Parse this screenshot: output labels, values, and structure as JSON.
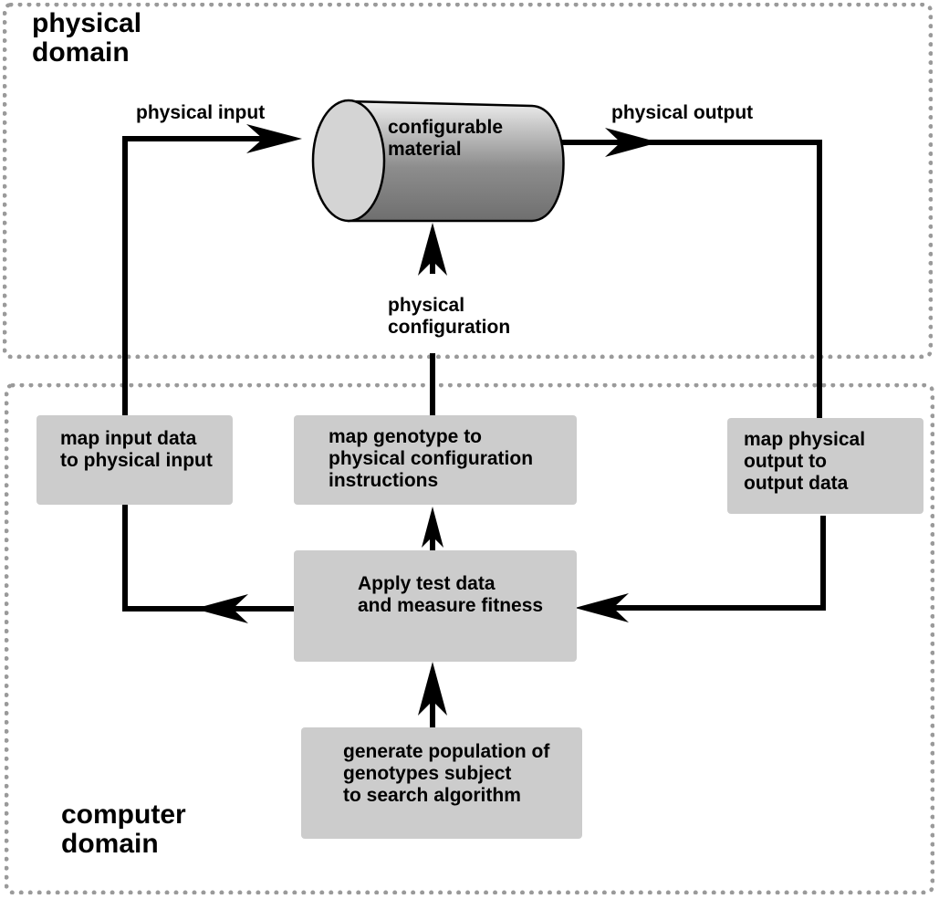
{
  "regions": {
    "physical": {
      "title": "physical\ndomain"
    },
    "computer": {
      "title": "computer\ndomain"
    }
  },
  "material": {
    "label": "configurable\nmaterial"
  },
  "labels": {
    "physical_input": "physical input",
    "physical_output": "physical output",
    "physical_configuration": "physical\nconfiguration"
  },
  "boxes": {
    "map_input": "map input data\nto physical input",
    "map_genotype": "map genotype to\nphysical configuration\ninstructions",
    "map_output": "map physical\noutput to\noutput data",
    "apply_test": "Apply test data\nand measure fitness",
    "generate_population": "generate population of\ngenotypes subject\nto search algorithm"
  },
  "colors": {
    "region_border": "#9a9a9a",
    "box_fill": "#cccccc",
    "line": "#000000"
  }
}
